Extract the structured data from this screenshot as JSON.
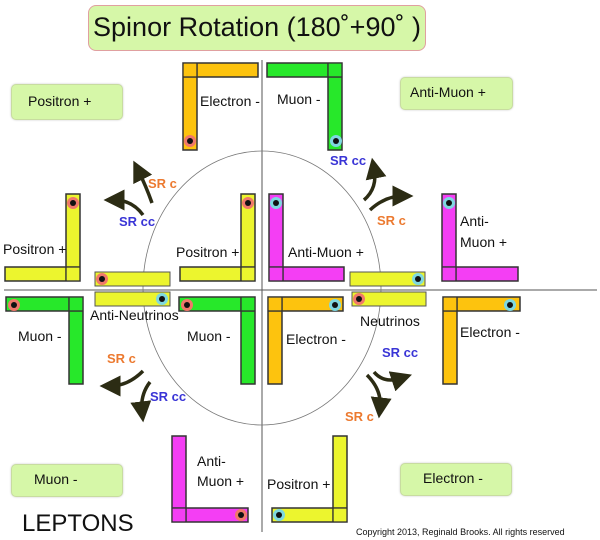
{
  "title": "Spinor Rotation (180˚+90˚ )",
  "corner_boxes": {
    "top_left": "Positron +",
    "top_right": "Anti-Muon +",
    "bottom_left": "Muon -",
    "bottom_right": "Electron -"
  },
  "shapes": {
    "top_orange": "Electron -",
    "top_green": "Muon -",
    "left_yellow": "Positron +",
    "inner_yellow": "Positron +",
    "inner_magenta": "Anti-Muon +",
    "right_magenta_1": "Anti-",
    "right_magenta_2": "Muon +",
    "left_green": "Muon -",
    "inner_green": "Muon -",
    "inner_orange": "Electron -",
    "right_orange": "Electron -",
    "bottom_magenta_1": "Anti-",
    "bottom_magenta_2": "Muon +",
    "bottom_yellow": "Positron +",
    "anti_neutrinos": "Anti-Neutrinos",
    "neutrinos": "Neutrinos"
  },
  "rotations": {
    "ur_cc": "SR cc",
    "ul_c": "SR c",
    "ul_cc": "SR cc",
    "ur_c": "SR c",
    "ll_c": "SR c",
    "ll_cc": "SR cc",
    "lr_cc": "SR cc",
    "lr_c": "SR c"
  },
  "footer": {
    "leptons": "LEPTONS",
    "copyright": "Copyright 2013, Reginald Brooks. All rights reserved"
  },
  "colors": {
    "electron": "#fdc30e",
    "muon": "#27e82a",
    "positron": "#ecf52e",
    "anti_muon": "#f43ef4",
    "dot_red": "#f0786a",
    "dot_cyan": "#7ed8e0",
    "arrow": "#2c2c14",
    "sr_c": "#ec7a30",
    "sr_cc": "#3a35d6"
  }
}
